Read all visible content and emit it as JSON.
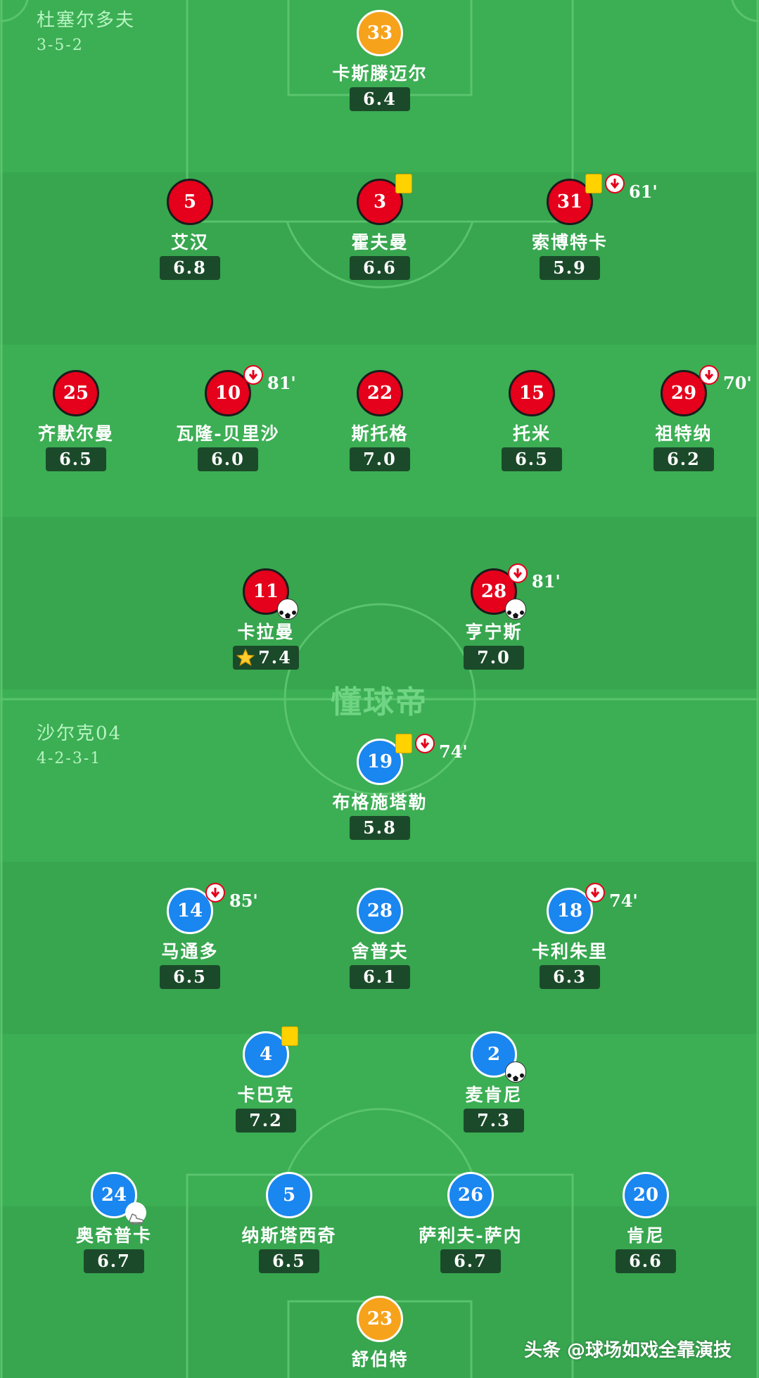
{
  "home": {
    "name": "杜塞尔多夫",
    "formation": "3-5-2",
    "color": "#e5001b",
    "goalkeeper_color": "#f7a21b",
    "players": [
      {
        "number": "33",
        "name": "卡斯滕迈尔",
        "rating": "6.4",
        "role": "gk"
      },
      {
        "number": "5",
        "name": "艾汉",
        "rating": "6.8"
      },
      {
        "number": "3",
        "name": "霍夫曼",
        "rating": "6.6",
        "yellow": true
      },
      {
        "number": "31",
        "name": "索博特卡",
        "rating": "5.9",
        "yellow": true,
        "sub_off": "61'"
      },
      {
        "number": "25",
        "name": "齐默尔曼",
        "rating": "6.5"
      },
      {
        "number": "10",
        "name": "瓦隆-贝里沙",
        "rating": "6.0",
        "sub_off": "81'"
      },
      {
        "number": "22",
        "name": "斯托格",
        "rating": "7.0"
      },
      {
        "number": "15",
        "name": "托米",
        "rating": "6.5"
      },
      {
        "number": "29",
        "name": "祖特纳",
        "rating": "6.2",
        "sub_off": "70'"
      },
      {
        "number": "11",
        "name": "卡拉曼",
        "rating": "7.4",
        "goal": true,
        "best": true
      },
      {
        "number": "28",
        "name": "亨宁斯",
        "rating": "7.0",
        "goal": true,
        "sub_off": "81'"
      }
    ]
  },
  "away": {
    "name": "沙尔克04",
    "formation": "4-2-3-1",
    "color": "#1a86f0",
    "goalkeeper_color": "#f7a21b",
    "players": [
      {
        "number": "19",
        "name": "布格施塔勒",
        "rating": "5.8",
        "yellow": true,
        "sub_off": "74'"
      },
      {
        "number": "14",
        "name": "马通多",
        "rating": "6.5",
        "sub_off": "85'"
      },
      {
        "number": "28",
        "name": "舍普夫",
        "rating": "6.1"
      },
      {
        "number": "18",
        "name": "卡利朱里",
        "rating": "6.3",
        "sub_off": "74'"
      },
      {
        "number": "4",
        "name": "卡巴克",
        "rating": "7.2",
        "yellow": true
      },
      {
        "number": "2",
        "name": "麦肯尼",
        "rating": "7.3",
        "goal": true
      },
      {
        "number": "24",
        "name": "奥奇普卡",
        "rating": "6.7",
        "assist": true
      },
      {
        "number": "5",
        "name": "纳斯塔西奇",
        "rating": "6.5"
      },
      {
        "number": "26",
        "name": "萨利夫-萨内",
        "rating": "6.7"
      },
      {
        "number": "20",
        "name": "肯尼",
        "rating": "6.6"
      },
      {
        "number": "23",
        "name": "舒伯特",
        "rating": "",
        "role": "gk"
      }
    ]
  },
  "watermark": "懂球帝",
  "credit": "头条 @球场如戏全靠演技",
  "icons": [
    "yellow-card-icon",
    "sub-off-icon",
    "goal-ball-icon",
    "assist-boot-icon",
    "best-player-star-icon"
  ]
}
